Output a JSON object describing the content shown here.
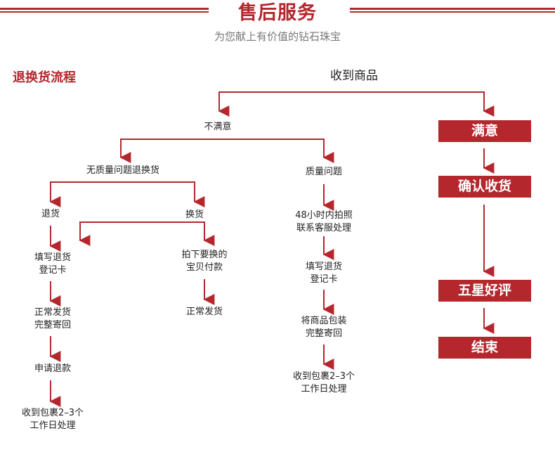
{
  "header": {
    "title": "售后服务",
    "subtitle": "为您献上有价值的钻石珠宝"
  },
  "section_title": "退换货流程",
  "colors": {
    "accent": "#b3272d"
  },
  "flow": {
    "start": "收到商品",
    "unsatisfied": "不满意",
    "no_quality_issue": "无质量问题退换货",
    "quality_issue": "质量问题",
    "return": "退货",
    "exchange": "换货",
    "return_steps": {
      "s1": [
        "填写退货",
        "登记卡"
      ],
      "s2": [
        "正常发货",
        "完整寄回"
      ],
      "s3": "申请退款",
      "s4": [
        "收到包裹2–3个",
        "工作日处理"
      ]
    },
    "exchange_steps": {
      "s1": [
        "拍下要换的",
        "宝贝付款"
      ],
      "s2": "正常发货"
    },
    "quality_steps": {
      "s1": [
        "48小时内拍照",
        "联系客服处理"
      ],
      "s2": [
        "填写退货",
        "登记卡"
      ],
      "s3": [
        "将商品包装",
        "完整寄回"
      ],
      "s4": [
        "收到包裹2–3个",
        "工作日处理"
      ]
    },
    "satisfied_path": {
      "satisfied": "满意",
      "confirm": "确认收货",
      "five_star": "五星好评",
      "end": "结束"
    }
  }
}
